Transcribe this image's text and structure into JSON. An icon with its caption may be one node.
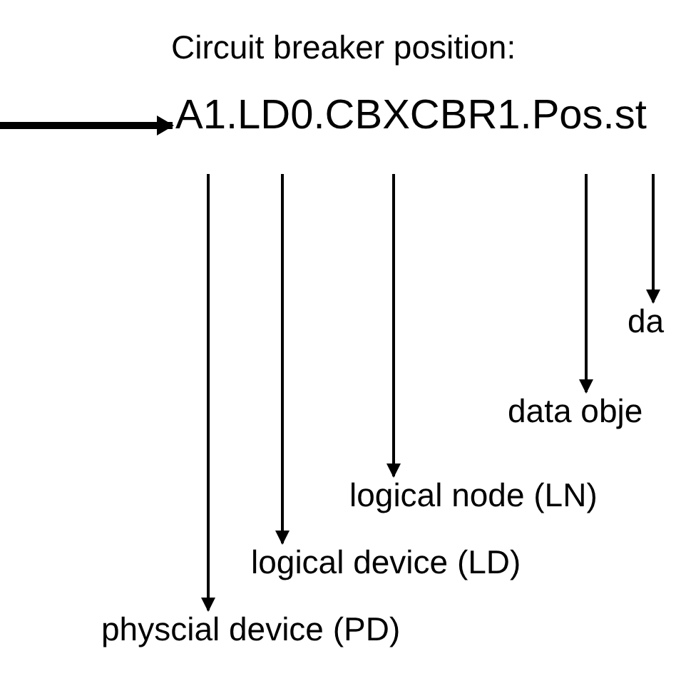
{
  "diagram": {
    "nodes": [
      {
        "text": [
          "A1.LD0.CBXCBR1.Pos.st"
        ]
      },
      {
        "text": [
          "physcial device (PD)"
        ]
      },
      {
        "text": [
          "logical device (LD)"
        ]
      },
      {
        "text": [
          "logical node (LN)"
        ]
      },
      {
        "text": [
          "data obje"
        ]
      },
      {
        "text": [
          "da"
        ]
      }
    ],
    "edges": [
      {
        "from": null,
        "to": 0,
        "arrow": "to",
        "style": "thick"
      },
      {
        "from": 0,
        "to": 1,
        "arrow": "to"
      },
      {
        "from": 0,
        "to": 2,
        "arrow": "to"
      },
      {
        "from": 0,
        "to": 3,
        "arrow": "to"
      },
      {
        "from": 0,
        "to": 4,
        "arrow": "to"
      },
      {
        "from": 0,
        "to": 5,
        "arrow": "to"
      }
    ],
    "labels": [
      "Circuit breaker position:"
    ]
  }
}
